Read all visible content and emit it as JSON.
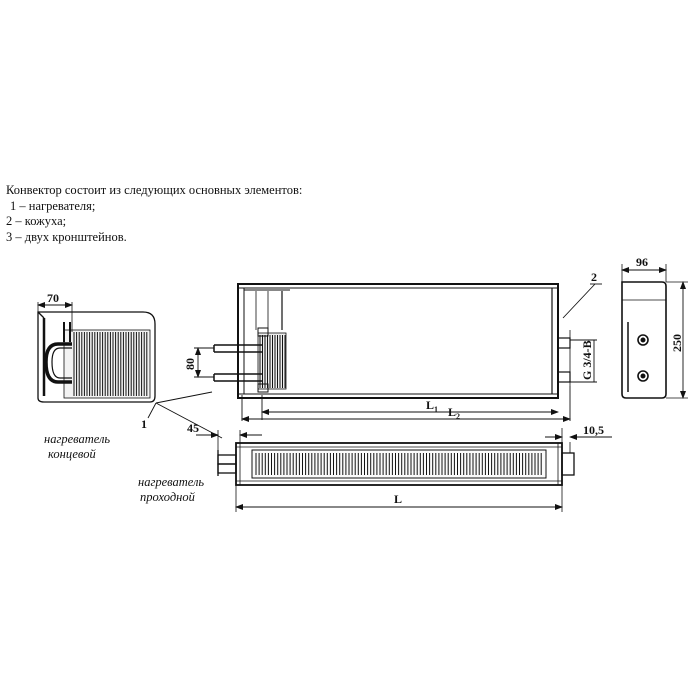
{
  "description": {
    "heading": "Конвектор состоит из следующих основных элементов:",
    "items": [
      "1 – нагревателя;",
      "2 – кожуха;",
      "3 – двух  кронштейнов."
    ]
  },
  "dimensions": {
    "end_heater_width": "70",
    "pipe_spacing": "80",
    "callout_1": "1",
    "callout_2": "2",
    "bracket_width": "96",
    "height": "250",
    "thread": "G 3/4-B",
    "length_1": "L",
    "length_1_sub": "1",
    "length_2": "L",
    "length_2_sub": "2",
    "pipe_stub": "45",
    "offset": "10,5",
    "length": "L"
  },
  "captions": {
    "end_heater_line1": "нагреватель",
    "end_heater_line2": "концевой",
    "pass_heater_line1": "нагреватель",
    "pass_heater_line2": "проходной"
  }
}
